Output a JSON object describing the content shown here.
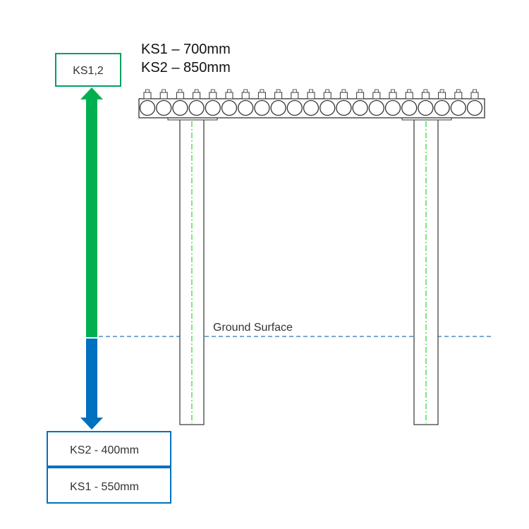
{
  "height_labels": {
    "ks1": "KS1 – 700mm",
    "ks2": "KS2 – 850mm"
  },
  "top_box": {
    "label": "KS1,2"
  },
  "bottom_boxes": {
    "ks2": "KS2 - 400mm",
    "ks1": "KS1 - 550mm"
  },
  "ground": {
    "label": "Ground Surface"
  },
  "rollers": {
    "count": 21
  },
  "colors": {
    "above_ground_arrow": "#00b050",
    "below_ground_arrow": "#0070c0",
    "top_box_border": "#00a060",
    "bottom_box_border": "#0070c0",
    "ground_line": "#2e74b5",
    "post_centerline": "#00cc00",
    "structure": "#333333"
  }
}
